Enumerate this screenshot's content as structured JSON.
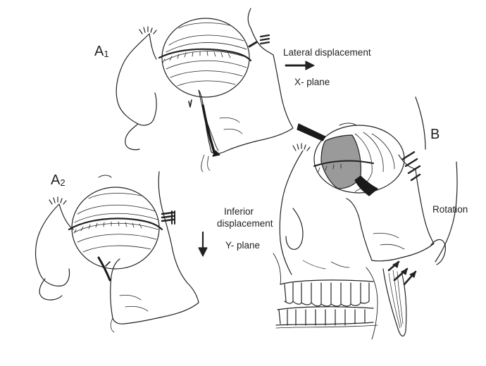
{
  "labels": {
    "a1_letter": "A",
    "a1_sub": "1",
    "a2_letter": "A",
    "a2_sub": "2",
    "b": "B"
  },
  "annotations": {
    "lateral": "Lateral displacement",
    "x_plane": "X- plane",
    "inferior_1": "Inferior",
    "inferior_2": "displacement",
    "y_plane": "Y- plane",
    "rotation": "Rotation"
  },
  "colors": {
    "ink": "#222222",
    "shade": "#9a9a9a",
    "dark": "#1a1a1a",
    "paper": "#ffffff"
  }
}
